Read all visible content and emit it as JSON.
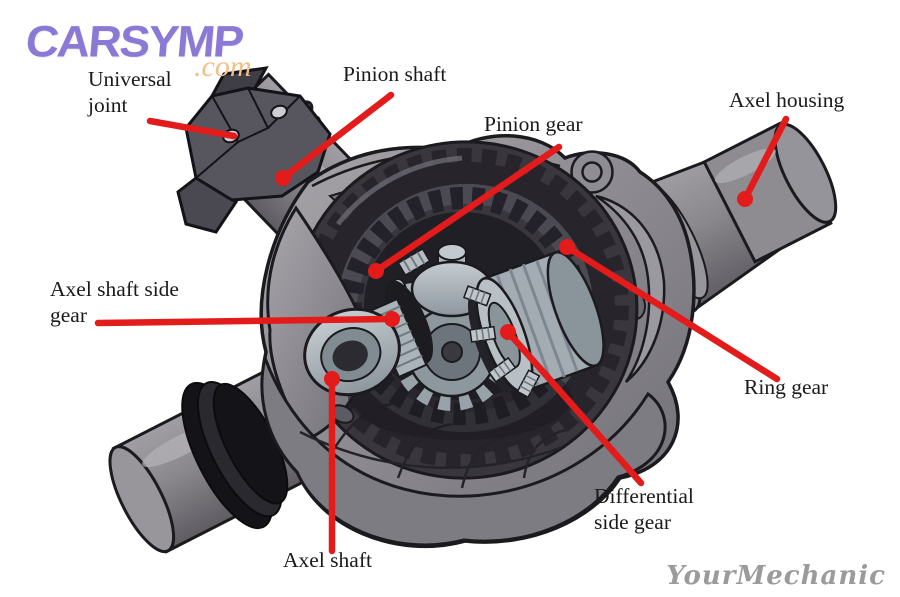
{
  "page": {
    "background_color": "#ffffff"
  },
  "logo": {
    "brand": "CARSYMP",
    "tld": ".com",
    "brand_color": "#8a7ad6",
    "tld_color": "#f0bf85"
  },
  "watermark": {
    "text": "YourMechanic",
    "color": "#9b9b9b"
  },
  "diagram": {
    "subject": "Rear differential cutaway diagram",
    "arrow_color": "#e31b1b",
    "label_color": "#1a1a1a",
    "labels": [
      {
        "id": "universal-joint",
        "lines": [
          "Universal",
          "joint"
        ]
      },
      {
        "id": "pinion-shaft",
        "lines": [
          "Pinion shaft"
        ]
      },
      {
        "id": "pinion-gear",
        "lines": [
          "Pinion gear"
        ]
      },
      {
        "id": "axel-housing",
        "lines": [
          "Axel housing"
        ]
      },
      {
        "id": "axel-shaft-side-gear",
        "lines": [
          "Axel shaft side",
          "gear"
        ]
      },
      {
        "id": "ring-gear",
        "lines": [
          "Ring gear"
        ]
      },
      {
        "id": "differential-side-gear",
        "lines": [
          "Differential",
          "side gear"
        ]
      },
      {
        "id": "axel-shaft",
        "lines": [
          "Axel shaft"
        ]
      }
    ]
  }
}
